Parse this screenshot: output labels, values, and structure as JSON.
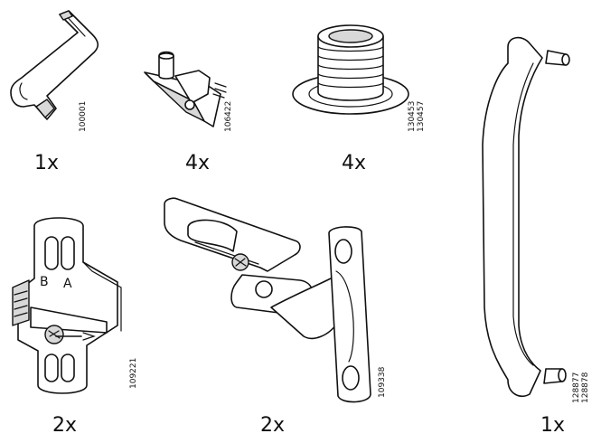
{
  "parts": [
    {
      "key": "allen_key",
      "icon": "allen-key-icon",
      "quantity": "1x",
      "codes": [
        "100001"
      ]
    },
    {
      "key": "shelf_support",
      "icon": "shelf-support-icon",
      "quantity": "4x",
      "codes": [
        "106422"
      ]
    },
    {
      "key": "door_bumper",
      "icon": "door-bumper-icon",
      "quantity": "4x",
      "codes": [
        "130453",
        "130457"
      ]
    },
    {
      "key": "handle",
      "icon": "handle-icon",
      "quantity": "1x",
      "codes": [
        "128877",
        "128878"
      ]
    },
    {
      "key": "mounting_plate",
      "icon": "mounting-plate-icon",
      "quantity": "2x",
      "codes": [
        "109221"
      ],
      "plate_letters": [
        "B",
        "A"
      ]
    },
    {
      "key": "hinge",
      "icon": "hinge-icon",
      "quantity": "2x",
      "codes": [
        "109338"
      ]
    }
  ],
  "colors": {
    "ink": "#111111",
    "paper": "#ffffff",
    "shade": "#d8d8d8"
  }
}
